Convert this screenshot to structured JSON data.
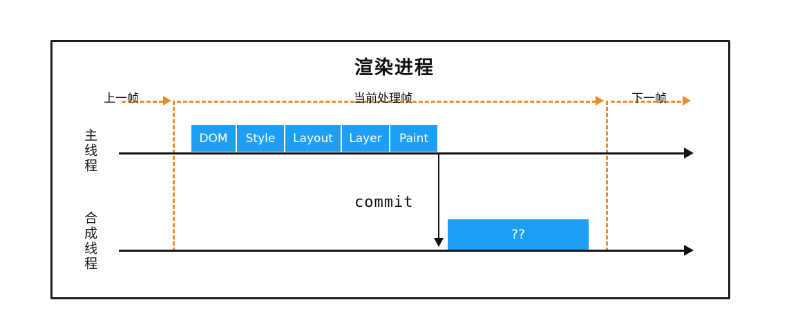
{
  "diagram": {
    "title": "渲染进程",
    "frame_ruler": {
      "previous_frame_label": "上一帧",
      "current_frame_label": "当前处理帧",
      "next_frame_label": "下一帧"
    },
    "threads": [
      {
        "id": "main",
        "label": "主线程"
      },
      {
        "id": "compositor",
        "label": "合成线程"
      }
    ],
    "pipeline_stages": [
      {
        "label": "DOM"
      },
      {
        "label": "Style"
      },
      {
        "label": "Layout"
      },
      {
        "label": "Layer"
      },
      {
        "label": "Paint"
      }
    ],
    "commit": {
      "label": "commit"
    },
    "compositor_task": {
      "label": "??"
    },
    "colors": {
      "stage_blue": "#1E9FF5",
      "ruler_orange": "#ED8B2B",
      "line_black": "#111111",
      "text_white": "#FFFFFF",
      "background": "#FFFFFF"
    }
  }
}
